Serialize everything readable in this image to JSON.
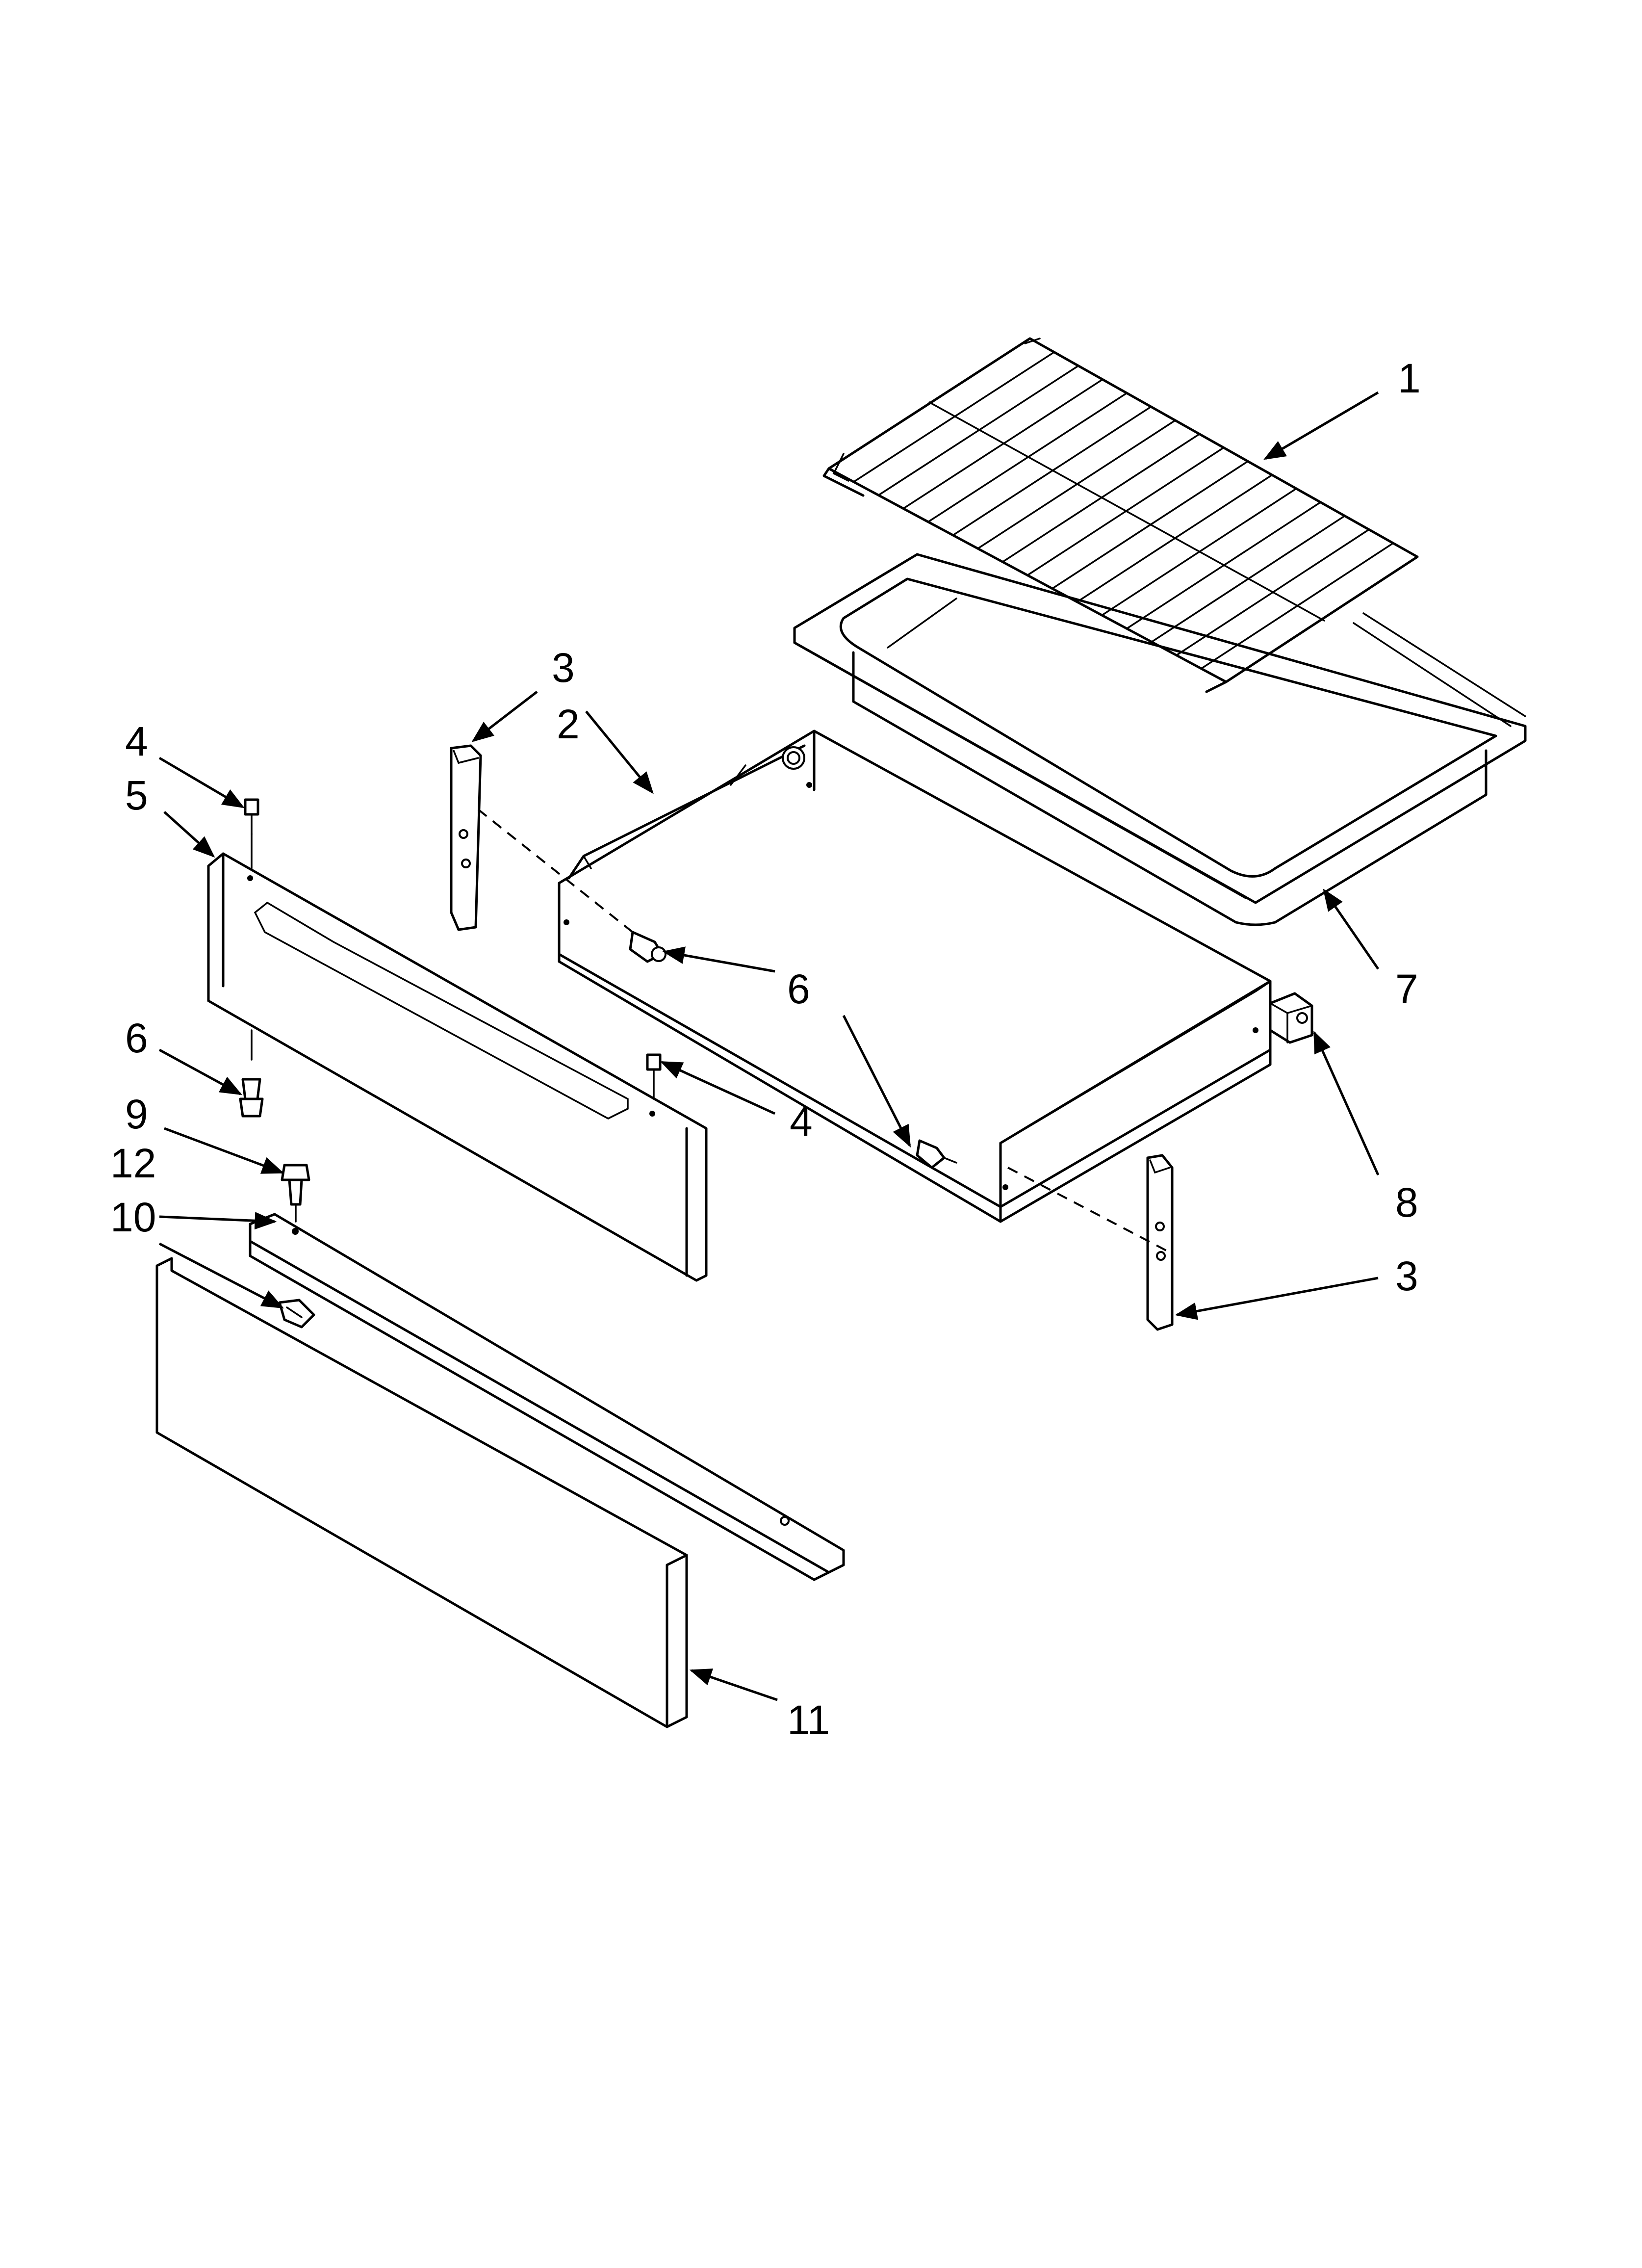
{
  "callouts": [
    {
      "id": "c1",
      "label": "1"
    },
    {
      "id": "c2",
      "label": "2"
    },
    {
      "id": "c3a",
      "label": "3"
    },
    {
      "id": "c3b",
      "label": "3"
    },
    {
      "id": "c4a",
      "label": "4"
    },
    {
      "id": "c4b",
      "label": "4"
    },
    {
      "id": "c5",
      "label": "5"
    },
    {
      "id": "c6a",
      "label": "6"
    },
    {
      "id": "c6b",
      "label": "6"
    },
    {
      "id": "c6c",
      "label": "6"
    },
    {
      "id": "c7",
      "label": "7"
    },
    {
      "id": "c8",
      "label": "8"
    },
    {
      "id": "c9",
      "label": "9"
    },
    {
      "id": "c10",
      "label": "10"
    },
    {
      "id": "c11",
      "label": "11"
    },
    {
      "id": "c12",
      "label": "12"
    }
  ]
}
